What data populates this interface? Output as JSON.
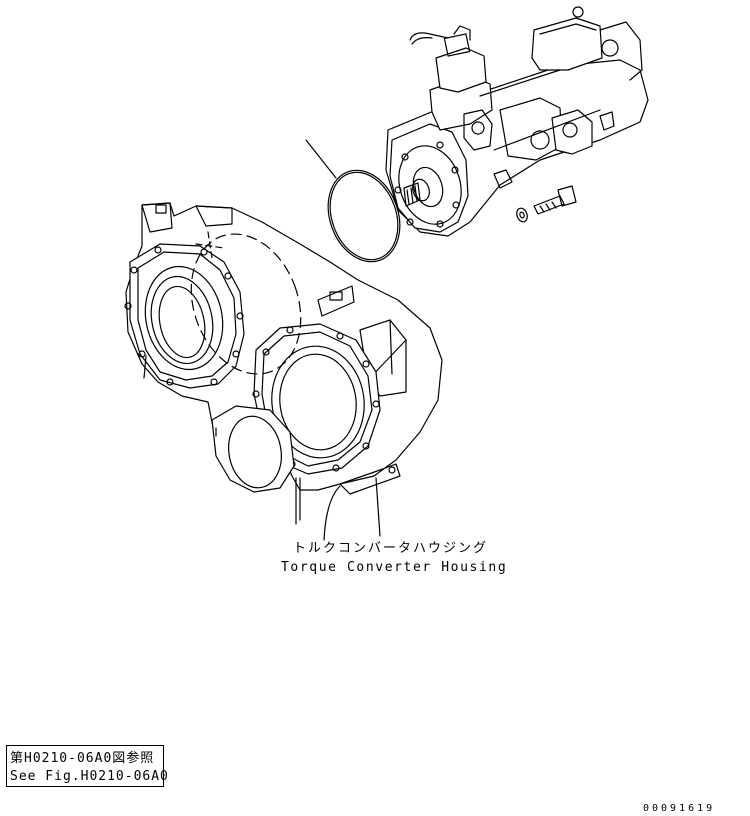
{
  "labels": {
    "housing_jp": "トルクコンバータハウジング",
    "housing_en": "Torque Converter Housing"
  },
  "reference": {
    "jp": "第H0210-06A0図参照",
    "en": "See Fig.H0210-06A0"
  },
  "drawing_code": "00091619"
}
